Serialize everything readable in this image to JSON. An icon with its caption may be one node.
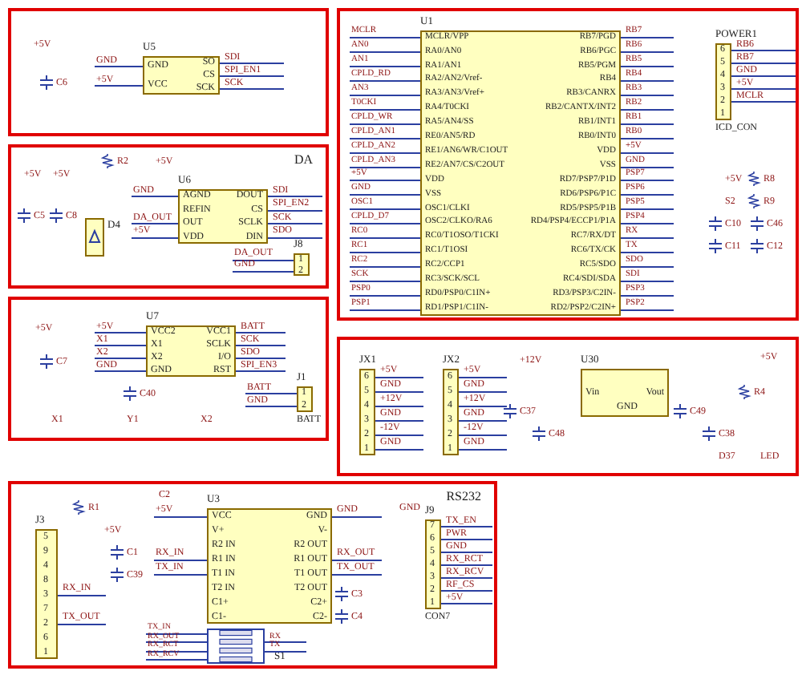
{
  "diagram": {
    "nodes": [
      {
        "text": [],
        "shape": "box"
      },
      {
        "text": [
          "U5",
          "GND",
          "VCC",
          "SO",
          "CS",
          "SCK"
        ],
        "in": 0,
        "beside": [
          "GND",
          "+5V",
          "SDI",
          "SPI_EN1",
          "SCK"
        ]
      },
      {
        "text": [
          "DA"
        ]
      },
      {
        "text": [
          "U6",
          "AGND",
          "REFIN",
          "OUT",
          "VDD",
          "DOUT",
          "CS",
          "SCLK",
          "DIN"
        ],
        "in": 2,
        "beside": [
          "GND",
          "DA_OUT",
          "+5V",
          "SDI",
          "SPI_EN2",
          "SCK",
          "SDO"
        ]
      },
      {
        "text": [
          "D4"
        ],
        "in": 2
      },
      {
        "text": [
          "J8",
          "1",
          "2"
        ],
        "in": 2,
        "beside": [
          "DA_OUT",
          "GND"
        ]
      },
      {
        "text": [],
        "shape": "box"
      },
      {
        "text": [
          "U7",
          "VCC2",
          "X1",
          "X2",
          "GND",
          "VCC1",
          "SCLK",
          "I/O",
          "RST"
        ],
        "in": 6,
        "beside": [
          "+5V",
          "X1",
          "X2",
          "GND",
          "BATT",
          "SCK",
          "SDO",
          "SPI_EN3"
        ]
      },
      {
        "text": [
          "J1",
          "1",
          "2",
          "BATT"
        ],
        "in": 6,
        "beside": [
          "BATT",
          "GND"
        ]
      },
      {
        "text": [],
        "shape": "box"
      },
      {
        "text": [
          "POWER1",
          "6",
          "5",
          "4",
          "3",
          "2",
          "1",
          "ICD_CON"
        ],
        "in": 9,
        "beside": [
          "RB6",
          "RB7",
          "GND",
          "+5V",
          "MCLR"
        ]
      },
      {
        "text": [
          "U1",
          "MCLR/VPP",
          "RA0/AN0",
          "RA1/AN1",
          "RA2/AN2/Vref-",
          "RA3/AN3/Vref+",
          "RA4/T0CKI",
          "RA5/AN4/SS",
          "RE0/AN5/RD",
          "RE1/AN6/WR/C1OUT",
          "RE2/AN7/CS/C2OUT",
          "VDD",
          "VSS",
          "OSC1/CLKI",
          "OSC2/CLKO/RA6",
          "RC0/T1OSO/T1CKI",
          "RC1/T1OSI",
          "RC2/CCP1",
          "RC3/SCK/SCL",
          "RD0/PSP0/C1IN+",
          "RD1/PSP1/C1IN-",
          "RB7/PGD",
          "RB6/PGC",
          "RB5/PGM",
          "RB4",
          "RB3/CANRX",
          "RB2/CANTX/INT2",
          "RB1/INT1",
          "RB0/INT0",
          "VDD",
          "VSS",
          "RD7/PSP7/P1D",
          "RD6/PSP6/P1C",
          "RD5/PSP5/P1B",
          "RD4/PSP4/ECCP1/P1A",
          "RC7/RX/DT",
          "RC6/TX/CK",
          "RC5/SDO",
          "RC4/SDI/SDA",
          "RD3/PSP3/C2IN-",
          "RD2/PSP2/C2IN+"
        ],
        "in": 9,
        "beside": [
          "MCLR",
          "AN0",
          "AN1",
          "CPLD_RD",
          "AN3",
          "T0CKI",
          "CPLD_WR",
          "CPLD_AN1",
          "CPLD_AN2",
          "CPLD_AN3",
          "+5V",
          "GND",
          "OSC1",
          "CPLD_D7",
          "RC0",
          "RC1",
          "RC2",
          "SCK",
          "PSP0",
          "PSP1",
          "RB7",
          "RB6",
          "RB5",
          "RB4",
          "RB3",
          "RB2",
          "RB1",
          "RB0",
          "+5V",
          "GND",
          "PSP7",
          "PSP6",
          "PSP5",
          "PSP4",
          "RX",
          "TX",
          "SDO",
          "SDI",
          "PSP3",
          "PSP2"
        ]
      },
      {
        "text": [],
        "shape": "box"
      },
      {
        "text": [
          "JX1",
          "6",
          "5",
          "4",
          "3",
          "2",
          "1"
        ],
        "in": 12,
        "beside": [
          "+5V",
          "GND",
          "+12V",
          "GND",
          "-12V",
          "GND"
        ]
      },
      {
        "text": [
          "JX2",
          "6",
          "5",
          "4",
          "3",
          "2",
          "1"
        ],
        "in": 12,
        "beside": [
          "+5V",
          "GND",
          "+12V",
          "GND",
          "-12V",
          "GND"
        ]
      },
      {
        "text": [
          "U30",
          "Vin",
          "Vout",
          "GND"
        ],
        "in": 12
      },
      {
        "text": [
          "RS232"
        ]
      },
      {
        "text": [
          "J3",
          "5",
          "9",
          "4",
          "8",
          "3",
          "7",
          "2",
          "6",
          "1"
        ],
        "in": 16,
        "beside": [
          "RX_IN",
          "TX_OUT"
        ]
      },
      {
        "text": [
          "U3",
          "VCC",
          "V+",
          "R2 IN",
          "R1 IN",
          "T1 IN",
          "T2 IN",
          "C1+",
          "C1-",
          "GND",
          "V-",
          "R2 OUT",
          "R1 OUT",
          "T1 OUT",
          "T2 OUT",
          "C2+",
          "C2-"
        ],
        "in": 16,
        "beside": [
          "+5V",
          "RX_IN",
          "TX_IN",
          "GND",
          "RX_OUT",
          "TX_OUT"
        ]
      },
      {
        "text": [
          "S1"
        ],
        "in": 16,
        "beside": [
          "TX_IN",
          "RX_OUT",
          "RX_RCT",
          "RX_RCV",
          "RX",
          "TX"
        ]
      },
      {
        "text": [
          "J9",
          "7",
          "6",
          "5",
          "4",
          "3",
          "2",
          "1",
          "CON7"
        ],
        "in": 16,
        "beside": [
          "TX_EN",
          "PWR",
          "GND",
          "RX_RCT",
          "RX_RCV",
          "RF_CS",
          "+5V"
        ]
      }
    ],
    "labels": [
      "+5V",
      "C6",
      "+5V",
      "+5V",
      "R2",
      "+5V",
      "C5",
      "C8",
      "+5V",
      "C7",
      "C40",
      "X1",
      "Y1",
      "X2",
      "+5V",
      "R8",
      "S2",
      "R9",
      "C10",
      "C46",
      "C11",
      "C12",
      "+12V",
      "C37",
      "C48",
      "C49",
      "C38",
      "R4",
      "+5V",
      "D37",
      "LED",
      "R1",
      "C2",
      "+5V",
      "C1",
      "C39",
      "C3",
      "C4",
      "GND"
    ]
  }
}
